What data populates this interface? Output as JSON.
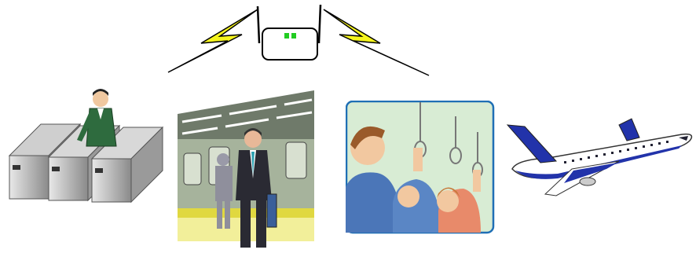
{
  "scene": {
    "router": {
      "icon": "wireless-router-icon",
      "led_color": "#22cc22"
    },
    "signals": {
      "icon": "lightning-bolt-icon",
      "color": "#f5f51e"
    },
    "panels": [
      {
        "name": "ticket-gate-scene",
        "icon": "ticket-gate-icon"
      },
      {
        "name": "train-platform-scene",
        "icon": "train-platform-icon"
      },
      {
        "name": "train-interior-scene",
        "icon": "train-passengers-icon",
        "frame_color": "#1f6fb5"
      },
      {
        "name": "airplane-scene",
        "icon": "airplane-icon",
        "accent_color": "#2233aa"
      }
    ]
  }
}
